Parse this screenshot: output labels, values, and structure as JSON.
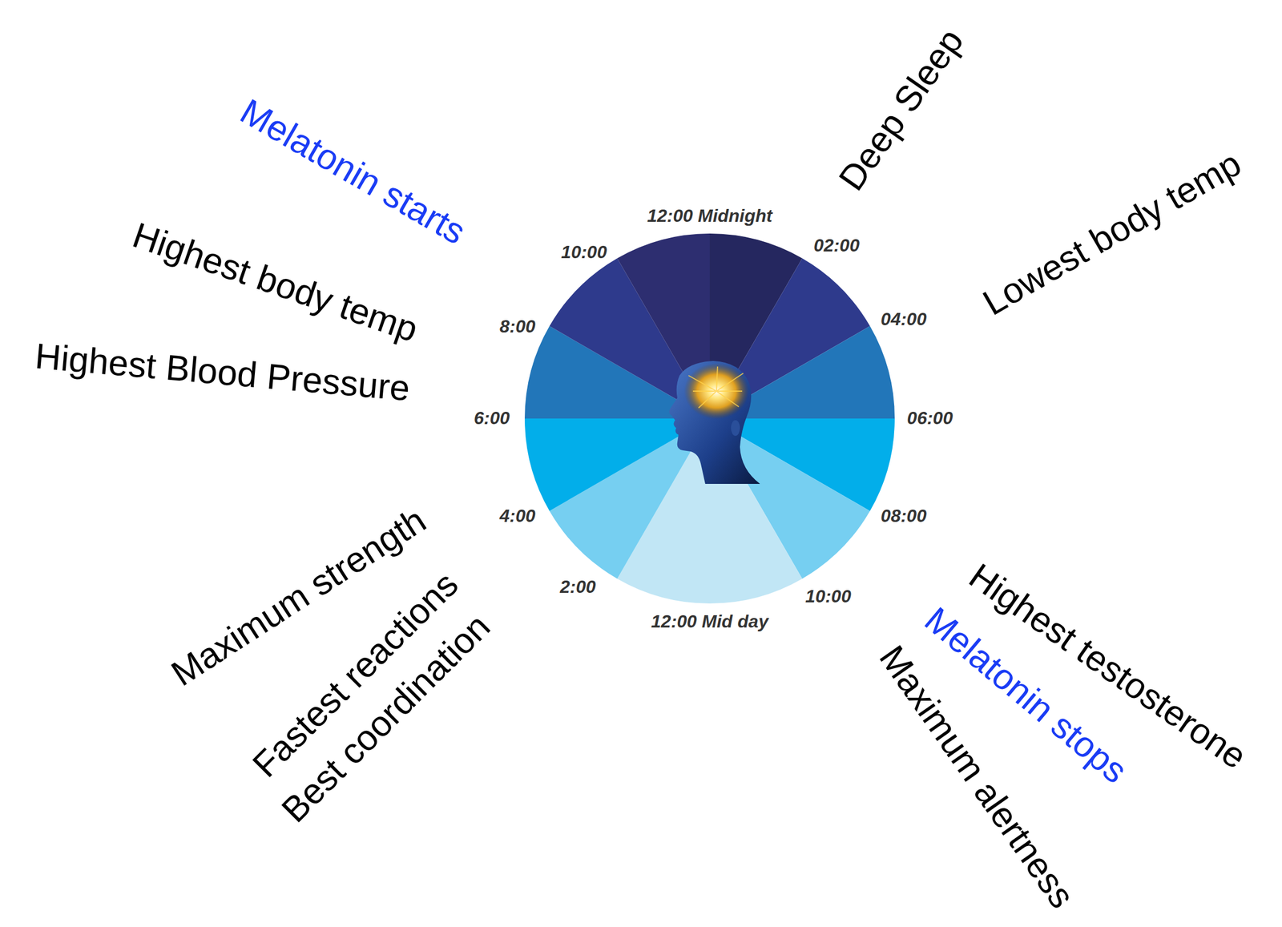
{
  "diagram": {
    "labels": [
      "12:00 Midnight",
      "02:00",
      "04:00",
      "06:00",
      "08:00",
      "10:00",
      "12:00 Mid day",
      "2:00",
      "4:00",
      "6:00",
      "8:00",
      "10:00",
      "Melatonin starts",
      "Highest body temp",
      "Highest Blood Pressure",
      "Deep Sleep",
      "Lowest body temp",
      "Maximum strength",
      "Fastest reactions",
      "Best coordination",
      "Highest testosterone",
      "Melatonin stops",
      "Maximum alertness"
    ]
  }
}
